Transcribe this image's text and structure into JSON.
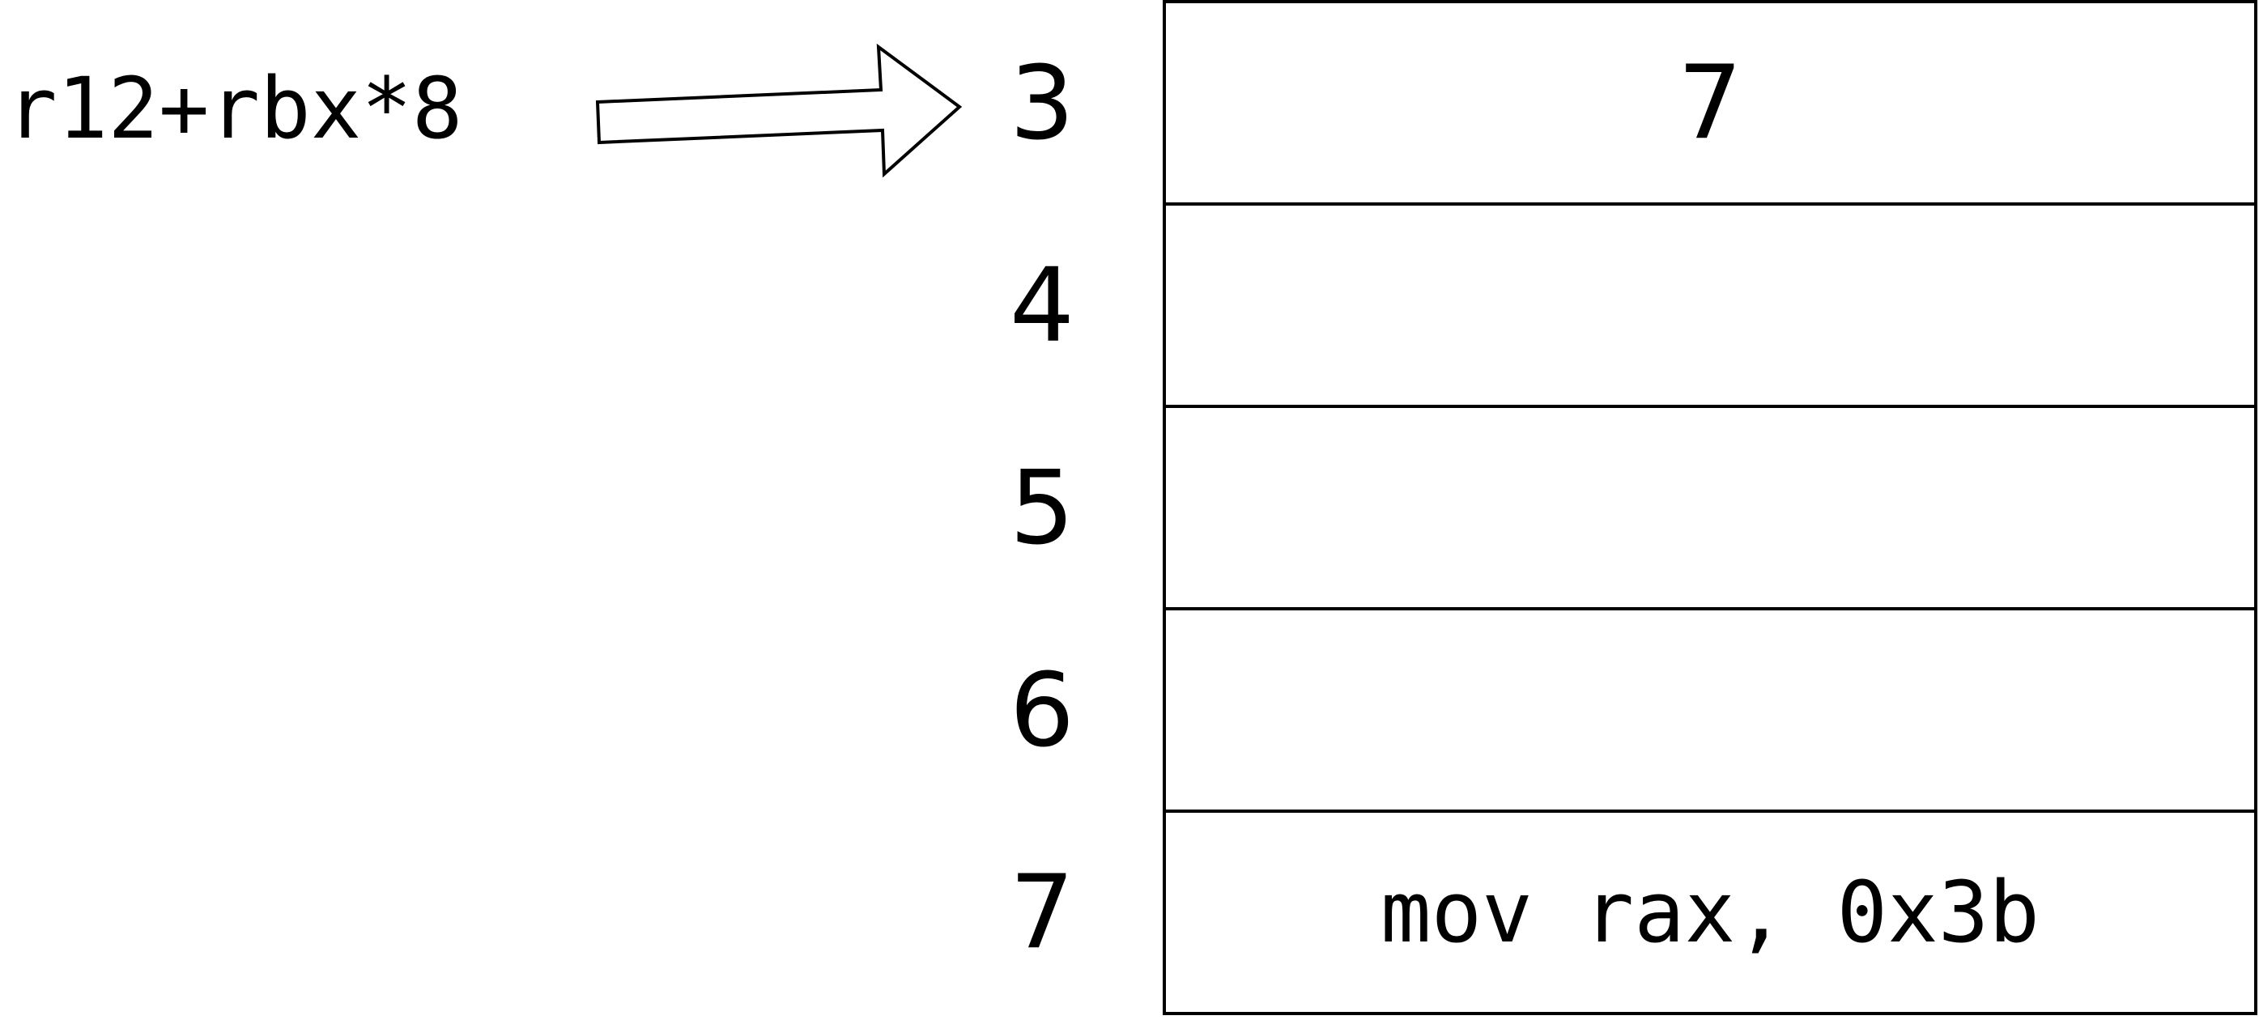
{
  "pointer": {
    "expression": "r12+rbx*8",
    "target_address": "3"
  },
  "memory": {
    "cells": [
      {
        "address": "3",
        "content": "7",
        "kind": "number"
      },
      {
        "address": "4",
        "content": "",
        "kind": "number"
      },
      {
        "address": "5",
        "content": "",
        "kind": "number"
      },
      {
        "address": "6",
        "content": "",
        "kind": "number"
      },
      {
        "address": "7",
        "content": "mov rax, 0x3b",
        "kind": "code"
      }
    ]
  },
  "colors": {
    "stroke": "#000000",
    "fill": "#ffffff",
    "text": "#000000"
  }
}
